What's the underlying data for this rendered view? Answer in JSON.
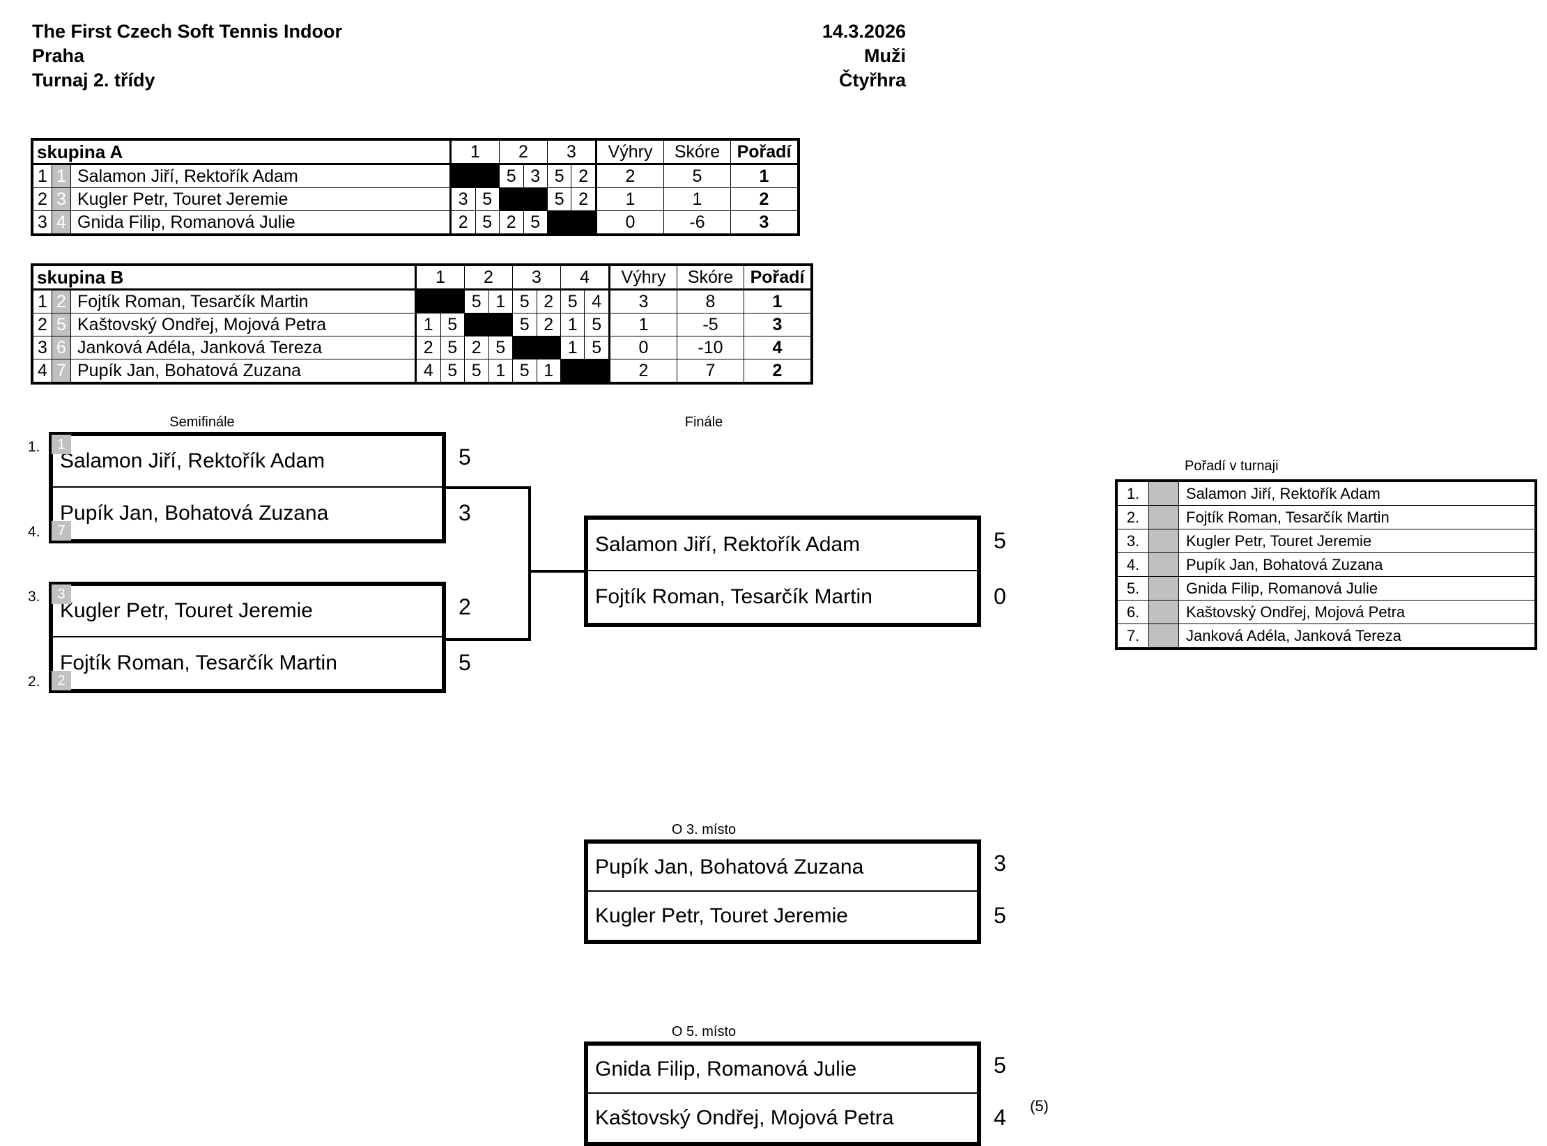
{
  "header": {
    "tournament": "The First Czech Soft Tennis Indoor",
    "city": "Praha",
    "class": "Turnaj 2. třídy",
    "date": "14.3.2026",
    "category": "Muži",
    "discipline": "Čtyřhra"
  },
  "groups": [
    {
      "title": "skupina A",
      "opponent_headers": [
        "1",
        "2",
        "3"
      ],
      "stat_headers": [
        "Výhry",
        "Skóre",
        "Pořadí"
      ],
      "rows": [
        {
          "seq": "1",
          "seed": "1",
          "name": "Salamon Jiří, Rektořík Adam",
          "cells": [
            [
              "",
              ""
            ],
            [
              "5",
              "3"
            ],
            [
              "5",
              "2"
            ]
          ],
          "diagonal": 0,
          "wins": "2",
          "score": "5",
          "rank": "1"
        },
        {
          "seq": "2",
          "seed": "3",
          "name": "Kugler Petr, Touret Jeremie",
          "cells": [
            [
              "3",
              "5"
            ],
            [
              "",
              ""
            ],
            [
              "5",
              "2"
            ]
          ],
          "diagonal": 1,
          "wins": "1",
          "score": "1",
          "rank": "2"
        },
        {
          "seq": "3",
          "seed": "4",
          "name": "Gnida Filip, Romanová Julie",
          "cells": [
            [
              "2",
              "5"
            ],
            [
              "2",
              "5"
            ],
            [
              "",
              ""
            ]
          ],
          "diagonal": 2,
          "wins": "0",
          "score": "-6",
          "rank": "3"
        }
      ]
    },
    {
      "title": "skupina B",
      "opponent_headers": [
        "1",
        "2",
        "3",
        "4"
      ],
      "stat_headers": [
        "Výhry",
        "Skóre",
        "Pořadí"
      ],
      "rows": [
        {
          "seq": "1",
          "seed": "2",
          "name": "Fojtík Roman, Tesarčík Martin",
          "cells": [
            [
              "",
              ""
            ],
            [
              "5",
              "1"
            ],
            [
              "5",
              "2"
            ],
            [
              "5",
              "4"
            ]
          ],
          "diagonal": 0,
          "wins": "3",
          "score": "8",
          "rank": "1"
        },
        {
          "seq": "2",
          "seed": "5",
          "name": "Kaštovský Ondřej, Mojová Petra",
          "cells": [
            [
              "1",
              "5"
            ],
            [
              "",
              ""
            ],
            [
              "5",
              "2"
            ],
            [
              "1",
              "5"
            ]
          ],
          "diagonal": 1,
          "wins": "1",
          "score": "-5",
          "rank": "3"
        },
        {
          "seq": "3",
          "seed": "6",
          "name": "Janková Adéla, Janková Tereza",
          "cells": [
            [
              "2",
              "5"
            ],
            [
              "2",
              "5"
            ],
            [
              "",
              ""
            ],
            [
              "1",
              "5"
            ]
          ],
          "diagonal": 2,
          "wins": "0",
          "score": "-10",
          "rank": "4"
        },
        {
          "seq": "4",
          "seed": "7",
          "name": "Pupík Jan, Bohatová Zuzana",
          "cells": [
            [
              "4",
              "5"
            ],
            [
              "5",
              "1"
            ],
            [
              "5",
              "1"
            ],
            [
              "",
              ""
            ]
          ],
          "diagonal": 3,
          "wins": "2",
          "score": "7",
          "rank": "2"
        }
      ]
    }
  ],
  "bracket": {
    "semifinal_label": "Semifinále",
    "final_label": "Finále",
    "third_place_label": "O 3. místo",
    "fifth_place_label": "O 5. místo",
    "semifinals": [
      {
        "top": {
          "rank": "1.",
          "seed": "1",
          "name": "Salamon Jiří, Rektořík Adam",
          "score": "5"
        },
        "bottom": {
          "rank": "4.",
          "seed": "7",
          "name": "Pupík Jan, Bohatová Zuzana",
          "score": "3"
        }
      },
      {
        "top": {
          "rank": "3.",
          "seed": "3",
          "name": "Kugler Petr, Touret Jeremie",
          "score": "2"
        },
        "bottom": {
          "rank": "2.",
          "seed": "2",
          "name": "Fojtík Roman, Tesarčík Martin",
          "score": "5"
        }
      }
    ],
    "final": {
      "top": {
        "name": "Salamon Jiří, Rektořík Adam",
        "score": "5"
      },
      "bottom": {
        "name": "Fojtík Roman, Tesarčík Martin",
        "score": "0"
      }
    },
    "third_place": {
      "top": {
        "name": "Pupík Jan, Bohatová Zuzana",
        "score": "3"
      },
      "bottom": {
        "name": "Kugler Petr, Touret Jeremie",
        "score": "5"
      }
    },
    "fifth_place": {
      "top": {
        "name": "Gnida Filip, Romanová Julie",
        "score": "5"
      },
      "bottom": {
        "name": "Kaštovský Ondřej, Mojová Petra",
        "score": "4"
      },
      "note": "(5)"
    }
  },
  "standings": {
    "title": "Pořadí v turnaji",
    "rows": [
      {
        "pos": "1.",
        "name": "Salamon Jiří, Rektořík Adam"
      },
      {
        "pos": "2.",
        "name": "Fojtík Roman, Tesarčík Martin"
      },
      {
        "pos": "3.",
        "name": "Kugler Petr, Touret Jeremie"
      },
      {
        "pos": "4.",
        "name": "Pupík Jan, Bohatová Zuzana"
      },
      {
        "pos": "5.",
        "name": "Gnida Filip, Romanová Julie"
      },
      {
        "pos": "6.",
        "name": "Kaštovský Ondřej, Mojová Petra"
      },
      {
        "pos": "7.",
        "name": "Janková Adéla, Janková Tereza"
      }
    ]
  }
}
